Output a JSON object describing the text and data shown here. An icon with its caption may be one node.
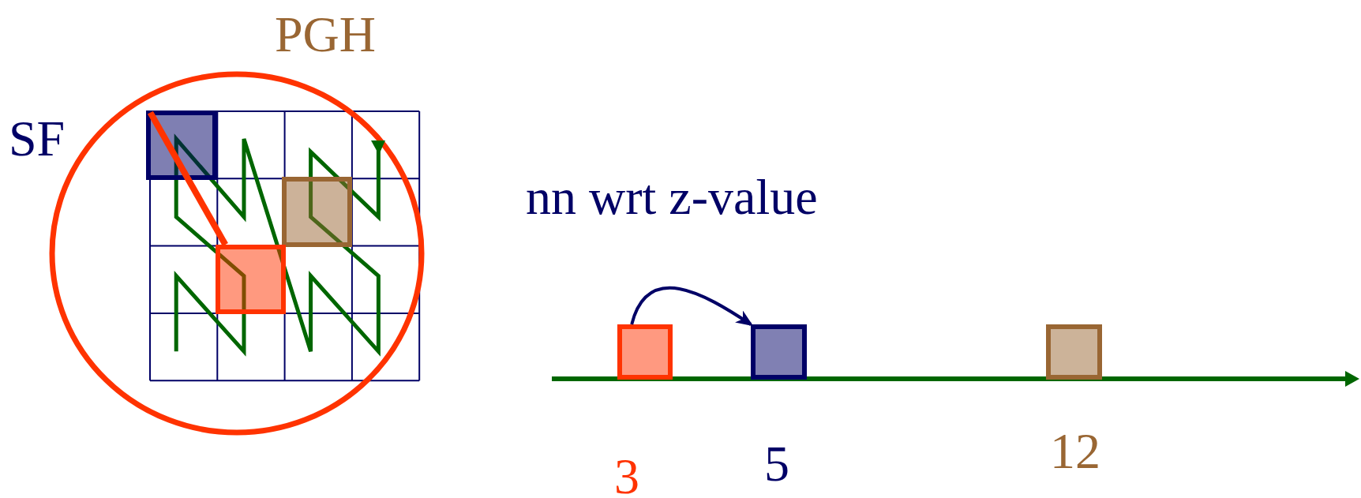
{
  "diagram": {
    "nodes": [
      {
        "text": [
          "SF"
        ]
      },
      {
        "text": [
          "PGH"
        ]
      },
      {
        "text": [],
        "shape": "box"
      },
      {
        "text": [],
        "shape": "box",
        "beside": [
          "3"
        ]
      },
      {
        "text": [],
        "shape": "box",
        "beside": [
          "5"
        ]
      },
      {
        "text": [],
        "shape": "box",
        "beside": [
          "12"
        ]
      }
    ],
    "edges": [
      {
        "from": 0,
        "to": 2,
        "arrow": "none",
        "style": "thick",
        "color": "#ff3300"
      },
      {
        "from": 3,
        "to": 4,
        "arrow": "to",
        "label": "nn wrt z-value",
        "color": "#000066"
      }
    ]
  }
}
